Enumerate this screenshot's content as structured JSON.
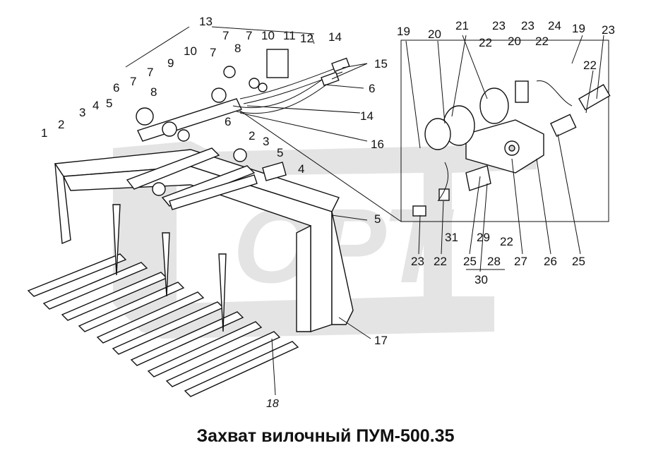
{
  "caption": "Захват вилочный ПУМ-500.35",
  "callouts": [
    {
      "id": "c13",
      "text": "13"
    },
    {
      "id": "c7a",
      "text": "7"
    },
    {
      "id": "c7b",
      "text": "7"
    },
    {
      "id": "c10a",
      "text": "10"
    },
    {
      "id": "c11",
      "text": "11"
    },
    {
      "id": "c12",
      "text": "12"
    },
    {
      "id": "c14a",
      "text": "14"
    },
    {
      "id": "c15",
      "text": "15"
    },
    {
      "id": "c8a",
      "text": "8"
    },
    {
      "id": "c10b",
      "text": "10"
    },
    {
      "id": "c7c",
      "text": "7"
    },
    {
      "id": "c9",
      "text": "9"
    },
    {
      "id": "c7d",
      "text": "7"
    },
    {
      "id": "c6a",
      "text": "6"
    },
    {
      "id": "c7e",
      "text": "7"
    },
    {
      "id": "c8b",
      "text": "8"
    },
    {
      "id": "c5a",
      "text": "5"
    },
    {
      "id": "c6b",
      "text": "6"
    },
    {
      "id": "c14b",
      "text": "14"
    },
    {
      "id": "c6c",
      "text": "6"
    },
    {
      "id": "c16",
      "text": "16"
    },
    {
      "id": "c3a",
      "text": "3"
    },
    {
      "id": "c4a",
      "text": "4"
    },
    {
      "id": "c2a",
      "text": "2"
    },
    {
      "id": "c1",
      "text": "1"
    },
    {
      "id": "c2b",
      "text": "2"
    },
    {
      "id": "c3b",
      "text": "3"
    },
    {
      "id": "c5b",
      "text": "5"
    },
    {
      "id": "c4b",
      "text": "4"
    },
    {
      "id": "c5c",
      "text": "5"
    },
    {
      "id": "c17",
      "text": "17"
    },
    {
      "id": "c18",
      "text": "18"
    },
    {
      "id": "c19a",
      "text": "19"
    },
    {
      "id": "c20a",
      "text": "20"
    },
    {
      "id": "c21",
      "text": "21"
    },
    {
      "id": "c22a",
      "text": "22"
    },
    {
      "id": "c23a",
      "text": "23"
    },
    {
      "id": "c20b",
      "text": "20"
    },
    {
      "id": "c23b",
      "text": "23"
    },
    {
      "id": "c22b",
      "text": "22"
    },
    {
      "id": "c24",
      "text": "24"
    },
    {
      "id": "c19b",
      "text": "19"
    },
    {
      "id": "c23c",
      "text": "23"
    },
    {
      "id": "c22c",
      "text": "22"
    },
    {
      "id": "c31",
      "text": "31"
    },
    {
      "id": "c29",
      "text": "29"
    },
    {
      "id": "c22d",
      "text": "22"
    },
    {
      "id": "c23d",
      "text": "23"
    },
    {
      "id": "c22e",
      "text": "22"
    },
    {
      "id": "c25a",
      "text": "25"
    },
    {
      "id": "c28",
      "text": "28"
    },
    {
      "id": "c27",
      "text": "27"
    },
    {
      "id": "c26",
      "text": "26"
    },
    {
      "id": "c25b",
      "text": "25"
    },
    {
      "id": "c30",
      "text": "30"
    }
  ]
}
